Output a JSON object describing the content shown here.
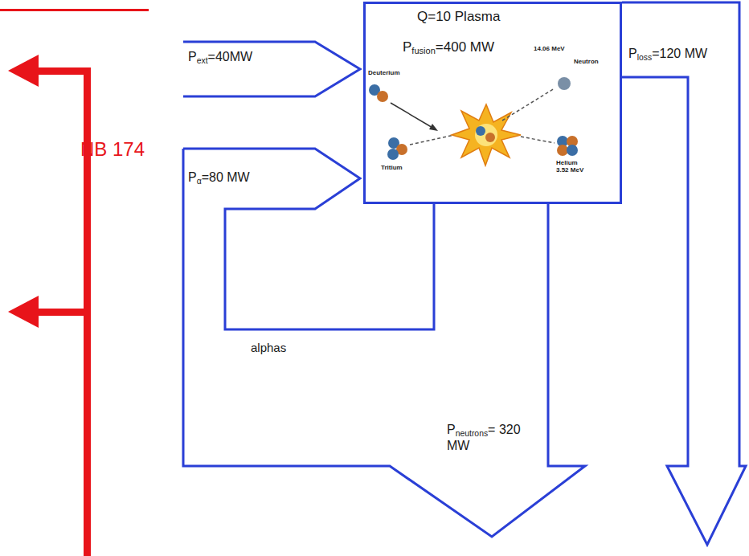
{
  "diagram": {
    "nodes": [
      {
        "text": [
          "Q=10 Plasma",
          "Pfusion=400 MW"
        ]
      }
    ],
    "labels": [
      "NB 174",
      "Pext=40MW",
      "Pα=80 MW",
      "alphas",
      "Pneutrons= 320 MW",
      "Ploss=120 MW",
      "Deuterium",
      "Tritium",
      "Neutron",
      "Helium 3.52 MeV",
      "14.06 MeV"
    ]
  }
}
